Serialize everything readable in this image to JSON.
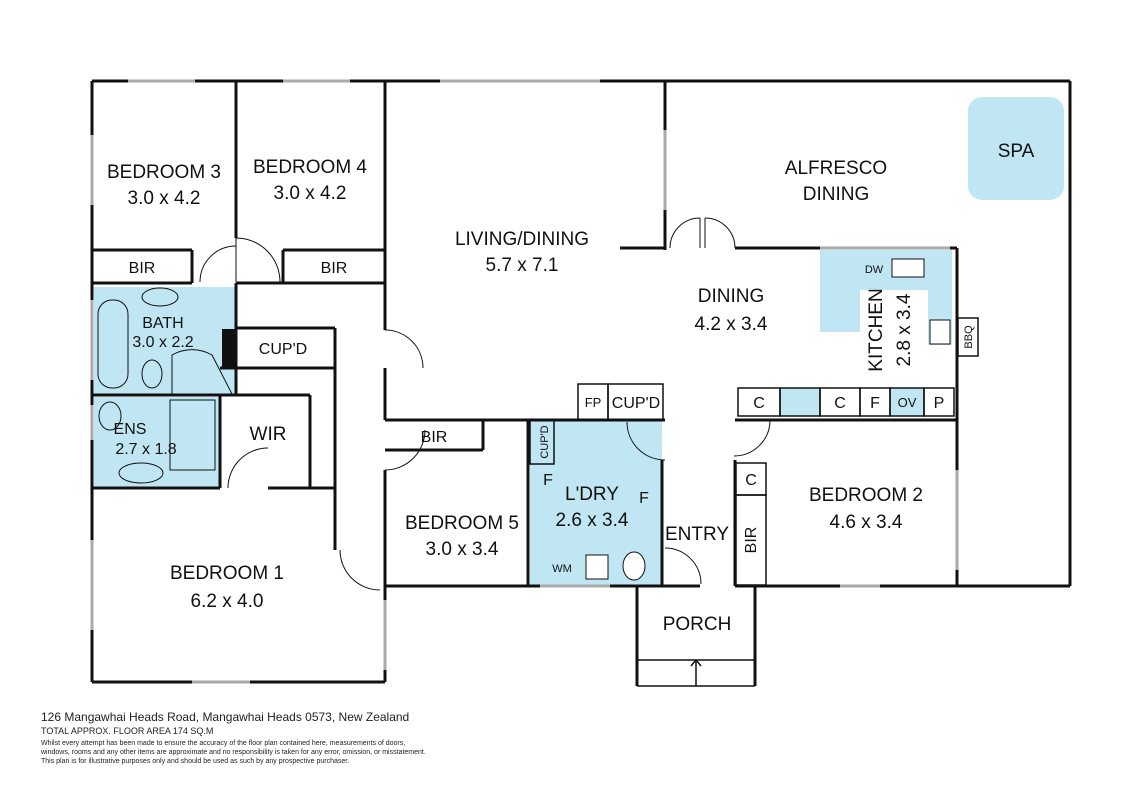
{
  "rooms": {
    "bedroom3": {
      "name": "BEDROOM 3",
      "size": "3.0 x 4.2"
    },
    "bedroom4": {
      "name": "BEDROOM 4",
      "size": "3.0 x 4.2"
    },
    "living": {
      "name": "LIVING/DINING",
      "size": "5.7 x 7.1"
    },
    "alfresco": {
      "name1": "ALFRESCO",
      "name2": "DINING"
    },
    "spa": {
      "name": "SPA"
    },
    "dining": {
      "name": "DINING",
      "size": "4.2 x 3.4"
    },
    "kitchen": {
      "name": "KITCHEN",
      "size": "2.8 x 3.4"
    },
    "bath": {
      "name": "BATH",
      "size": "3.0 x 2.2"
    },
    "ens": {
      "name": "ENS",
      "size": "2.7 x 1.8"
    },
    "wir": {
      "name": "WIR"
    },
    "bedroom1": {
      "name": "BEDROOM 1",
      "size": "6.2 x 4.0"
    },
    "bedroom5": {
      "name": "BEDROOM 5",
      "size": "3.0 x 3.4"
    },
    "laundry": {
      "name": "L'DRY",
      "size": "2.6 x 3.4"
    },
    "entry": {
      "name": "ENTRY"
    },
    "porch": {
      "name": "PORCH"
    },
    "bedroom2": {
      "name": "BEDROOM 2",
      "size": "4.6 x 3.4"
    }
  },
  "labels": {
    "bir_b3": "BIR",
    "bir_b4": "BIR",
    "cupd_hall": "CUP'D",
    "bir_b5": "BIR",
    "cupd_laundry_small": "CUP'D",
    "fp": "FP",
    "cupd_dining": "CUP'D",
    "laundry_f_left": "F",
    "laundry_f_right": "F",
    "wm": "WM",
    "dw": "DW",
    "bbq": "BBQ",
    "k_c1": "C",
    "k_c2": "C",
    "k_f": "F",
    "k_ov": "OV",
    "k_p": "P",
    "b2_c": "C",
    "bir_b2": "BIR"
  },
  "footer": {
    "address": "126 Mangawhai Heads Road, Mangawhai Heads 0573, New Zealand",
    "area": "TOTAL APPROX. FLOOR AREA 174 SQ.M",
    "disclaimer1": "Whilst every attempt has been made to ensure the accuracy of the floor plan contained here, measurements of doors,",
    "disclaimer2": "windows, rooms and any other items are approximate and no responsibility is taken for any error, omission, or misstatement.",
    "disclaimer3": "This plan is for illustrative purposes only and should be used as such by any prospective purchaser."
  }
}
